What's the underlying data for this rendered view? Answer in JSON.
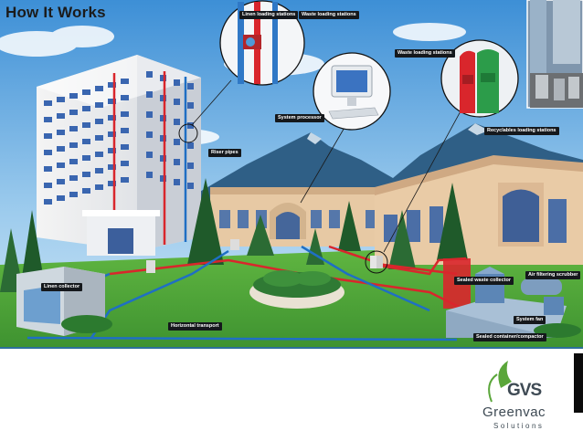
{
  "title": "How It Works",
  "labels": {
    "linen_loading": "Linen loading stations",
    "waste_loading_top": "Waste loading stations",
    "waste_loading_right": "Waste loading stations",
    "system_processor": "System processor",
    "riser_pipes": "Riser pipes",
    "recyclables_loading": "Recyclables loading stations",
    "linen_collector": "Linen collector",
    "horizontal_transport": "Horizontal transport",
    "sealed_waste_collector": "Sealed waste collector",
    "air_filtering_scrubber": "Air filtering scrubber",
    "system_fan": "System fan",
    "sealed_container": "Sealed container/compactor"
  },
  "logo": {
    "monogram": "GVS",
    "name": "Greenvac",
    "tagline": "Solutions"
  },
  "colors": {
    "pipe_red": "#d9262c",
    "pipe_blue": "#1f6fc4",
    "grass": "#4fa83a",
    "sky": "#7fb7e3",
    "logo_green": "#5aa63a"
  }
}
